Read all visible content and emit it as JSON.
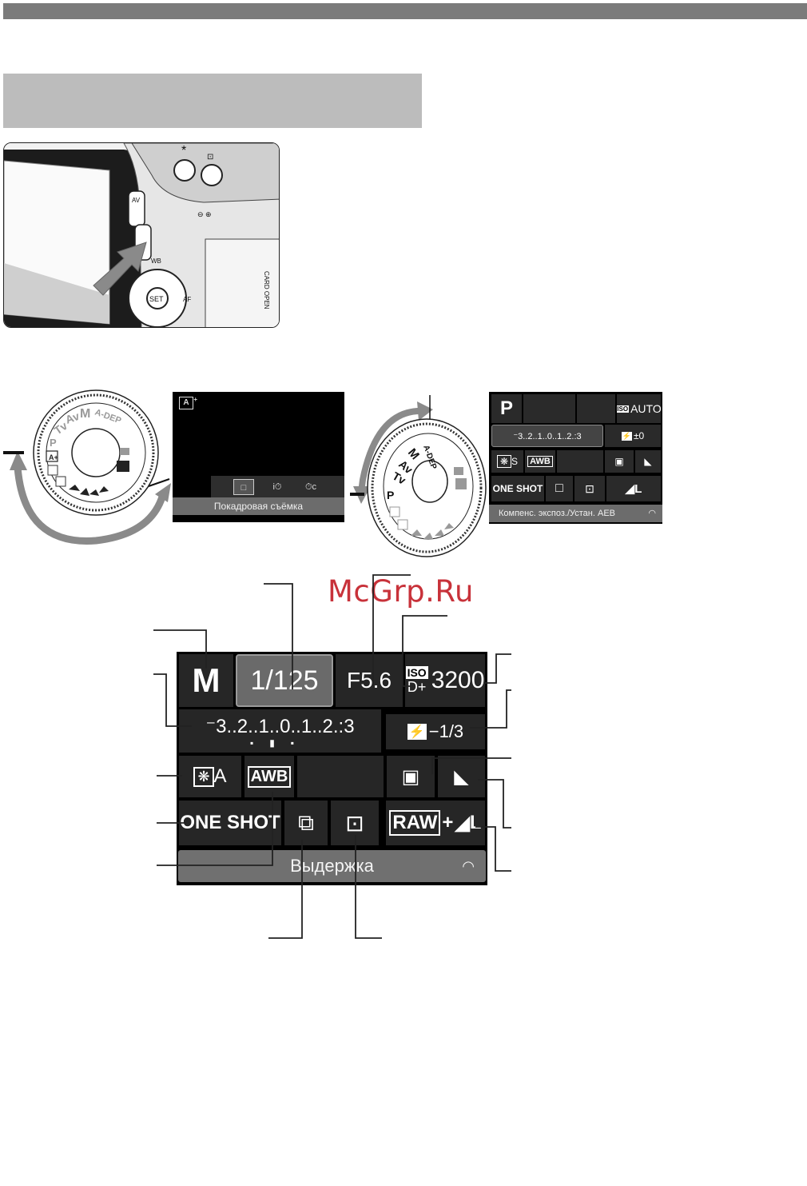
{
  "watermark": "McGrp.Ru",
  "camera_photo": {
    "labels": {
      "av": "AV",
      "wb": "WB",
      "set": "SET",
      "af": "AF",
      "card_open": "CARD OPEN"
    }
  },
  "mode_dial_left": {
    "modes": [
      "A-DEP",
      "M",
      "Av",
      "Tv",
      "P",
      "A+"
    ]
  },
  "mode_dial_right": {
    "modes": [
      "A-DEP",
      "M",
      "Av",
      "Tv",
      "P"
    ]
  },
  "drive_screen": {
    "scene_icon": "A",
    "options": [
      "□",
      "i⏱",
      "⏱c"
    ],
    "selected_index": 0,
    "footer": "Покадровая съёмка"
  },
  "mini_quick_control": {
    "mode": "P",
    "iso_label": "ISO",
    "iso": "AUTO",
    "exposure_scale": "⁻3..2..1..0..1..2.:3",
    "flash_comp": "±0",
    "picture_style": "S",
    "white_balance": "AWB",
    "af_mode": "ONE SHOT",
    "quality": "L",
    "footer": "Компенс. экспоз./Устан. AEB"
  },
  "quick_control": {
    "mode": "M",
    "shutter": "1/125",
    "aperture": "F5.6",
    "iso_label": "ISO",
    "highlight": "D+",
    "iso": "3200",
    "exposure_scale": "⁻3..2..1..0..1..2.:3",
    "flash_comp_value": "−1/3",
    "picture_style": "A",
    "white_balance": "AWB",
    "af_mode": "ONE SHOT",
    "quality_raw": "RAW",
    "quality_plus": "+",
    "quality_jpeg": "L",
    "footer": "Выдержка"
  }
}
